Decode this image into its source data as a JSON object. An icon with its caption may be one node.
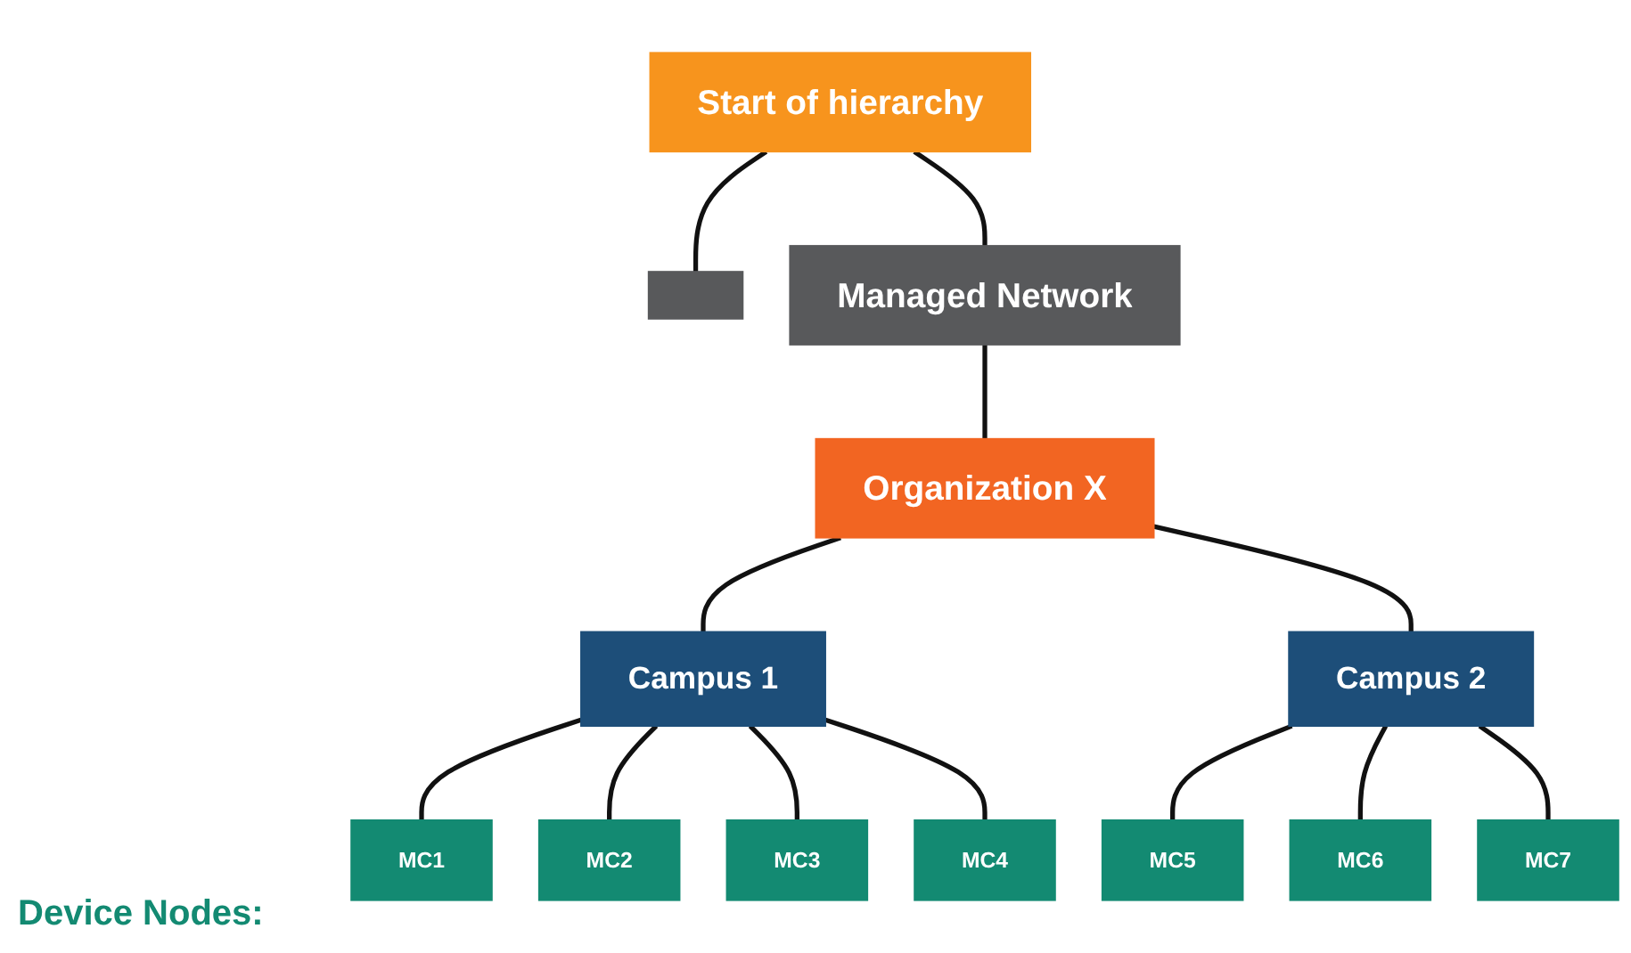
{
  "diagram": {
    "nodes": [
      {
        "text": [
          "Start of hierarchy"
        ]
      },
      {
        "text": [],
        "shape": "box"
      },
      {
        "text": [
          "Managed Network"
        ]
      },
      {
        "text": [
          "Organization X"
        ]
      },
      {
        "text": [
          "Campus 1"
        ]
      },
      {
        "text": [
          "Campus 2"
        ]
      },
      {
        "text": [
          "MC1"
        ]
      },
      {
        "text": [
          "MC2"
        ]
      },
      {
        "text": [
          "MC3"
        ]
      },
      {
        "text": [
          "MC4"
        ]
      },
      {
        "text": [
          "MC5"
        ]
      },
      {
        "text": [
          "MC6"
        ]
      },
      {
        "text": [
          "MC7"
        ]
      }
    ],
    "edges": [
      {
        "from": 0,
        "to": 1,
        "arrow": "none"
      },
      {
        "from": 0,
        "to": 2,
        "arrow": "none"
      },
      {
        "from": 2,
        "to": 3,
        "arrow": "none"
      },
      {
        "from": 3,
        "to": 4,
        "arrow": "none"
      },
      {
        "from": 3,
        "to": 5,
        "arrow": "none"
      },
      {
        "from": 4,
        "to": 6,
        "arrow": "none"
      },
      {
        "from": 4,
        "to": 7,
        "arrow": "none"
      },
      {
        "from": 4,
        "to": 8,
        "arrow": "none"
      },
      {
        "from": 4,
        "to": 9,
        "arrow": "none"
      },
      {
        "from": 5,
        "to": 10,
        "arrow": "none"
      },
      {
        "from": 5,
        "to": 11,
        "arrow": "none"
      },
      {
        "from": 5,
        "to": 12,
        "arrow": "none"
      }
    ],
    "labels": [
      "Device Nodes:"
    ]
  }
}
